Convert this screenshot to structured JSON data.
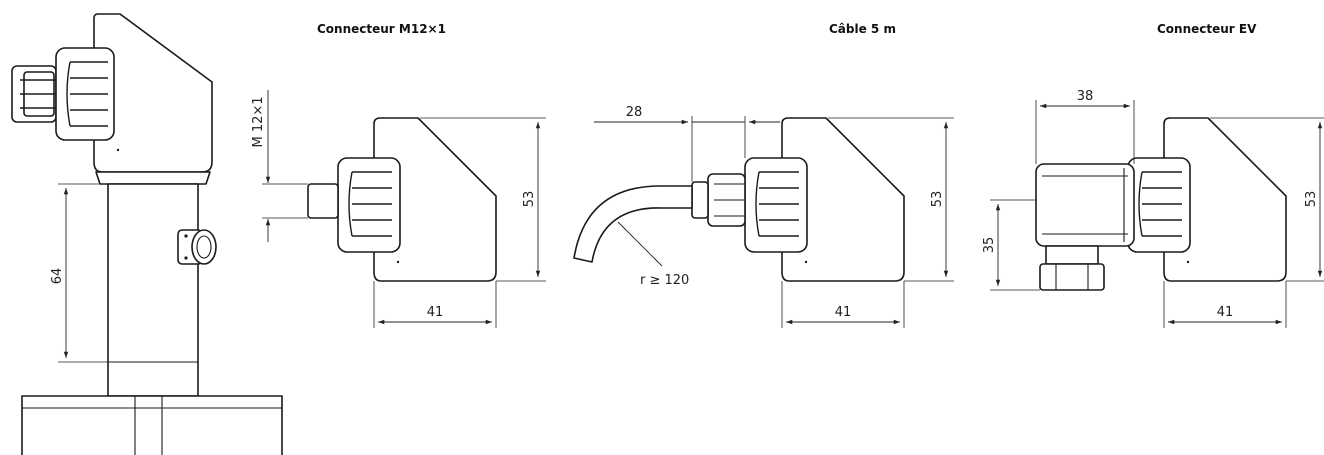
{
  "titles": {
    "m12": "Connecteur M12×1",
    "cable": "Câble 5 m",
    "ev": "Connecteur EV"
  },
  "dims": {
    "main_height": "64",
    "m12_thread": "M 12×1",
    "m12_height": "53",
    "m12_width": "41",
    "cable_length": "28",
    "cable_radius": "r ≥ 120",
    "cable_height": "53",
    "cable_width": "41",
    "ev_length": "38",
    "ev_height": "53",
    "ev_offset": "35",
    "ev_width": "41"
  },
  "colors": {
    "line": "#1a1a1a",
    "background": "#ffffff"
  }
}
